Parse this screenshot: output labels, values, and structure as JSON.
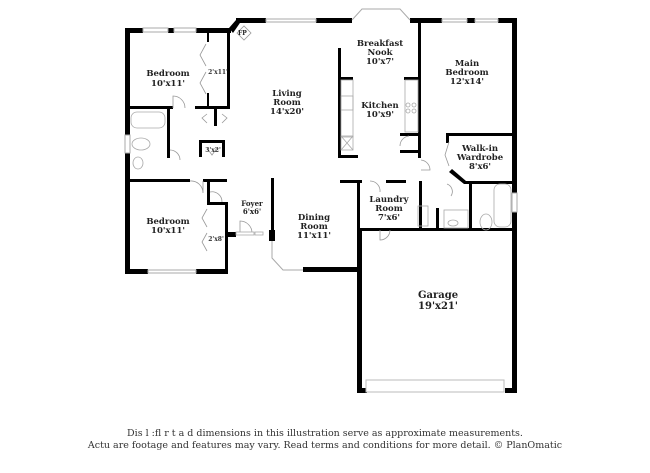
{
  "floorplan": {
    "rooms": [
      {
        "id": "bedroom-1",
        "name": "Bedroom",
        "dims": "10'x11'"
      },
      {
        "id": "living-room",
        "name_line1": "Living",
        "name_line2": "Room",
        "dims": "14'x20'"
      },
      {
        "id": "breakfast-nook",
        "name_line1": "Breakfast",
        "name_line2": "Nook",
        "dims": "10'x7'"
      },
      {
        "id": "kitchen",
        "name": "Kitchen",
        "dims": "10'x9'"
      },
      {
        "id": "main-bedroom",
        "name_line1": "Main",
        "name_line2": "Bedroom",
        "dims": "12'x14'"
      },
      {
        "id": "walk-in-wardrobe",
        "name_line1": "Walk-in",
        "name_line2": "Wardrobe",
        "dims": "8'x6'"
      },
      {
        "id": "bedroom-2",
        "name": "Bedroom",
        "dims": "10'x11'"
      },
      {
        "id": "foyer",
        "name": "Foyer",
        "dims": "6'x6'"
      },
      {
        "id": "dining-room",
        "name_line1": "Dining",
        "name_line2": "Room",
        "dims": "11'x11'"
      },
      {
        "id": "laundry-room",
        "name_line1": "Laundry",
        "name_line2": "Room",
        "dims": "7'x6'"
      },
      {
        "id": "garage",
        "name": "Garage",
        "dims": "19'x21'"
      }
    ],
    "closets": [
      {
        "id": "closet-bedroom-1",
        "dims": "2'x11'"
      },
      {
        "id": "closet-hall",
        "dims": "3'x2'"
      },
      {
        "id": "closet-bedroom-2",
        "dims": "2'x8'"
      }
    ],
    "fireplace_label": "FP"
  },
  "disclaimer": {
    "line1": "Dis      l  :fl   r  t    a    d dimensions in this illustration serve as approximate measurements.",
    "line2": "Actu      are footage and features may vary. Read terms and conditions for more detail. © PlanOmatic"
  }
}
